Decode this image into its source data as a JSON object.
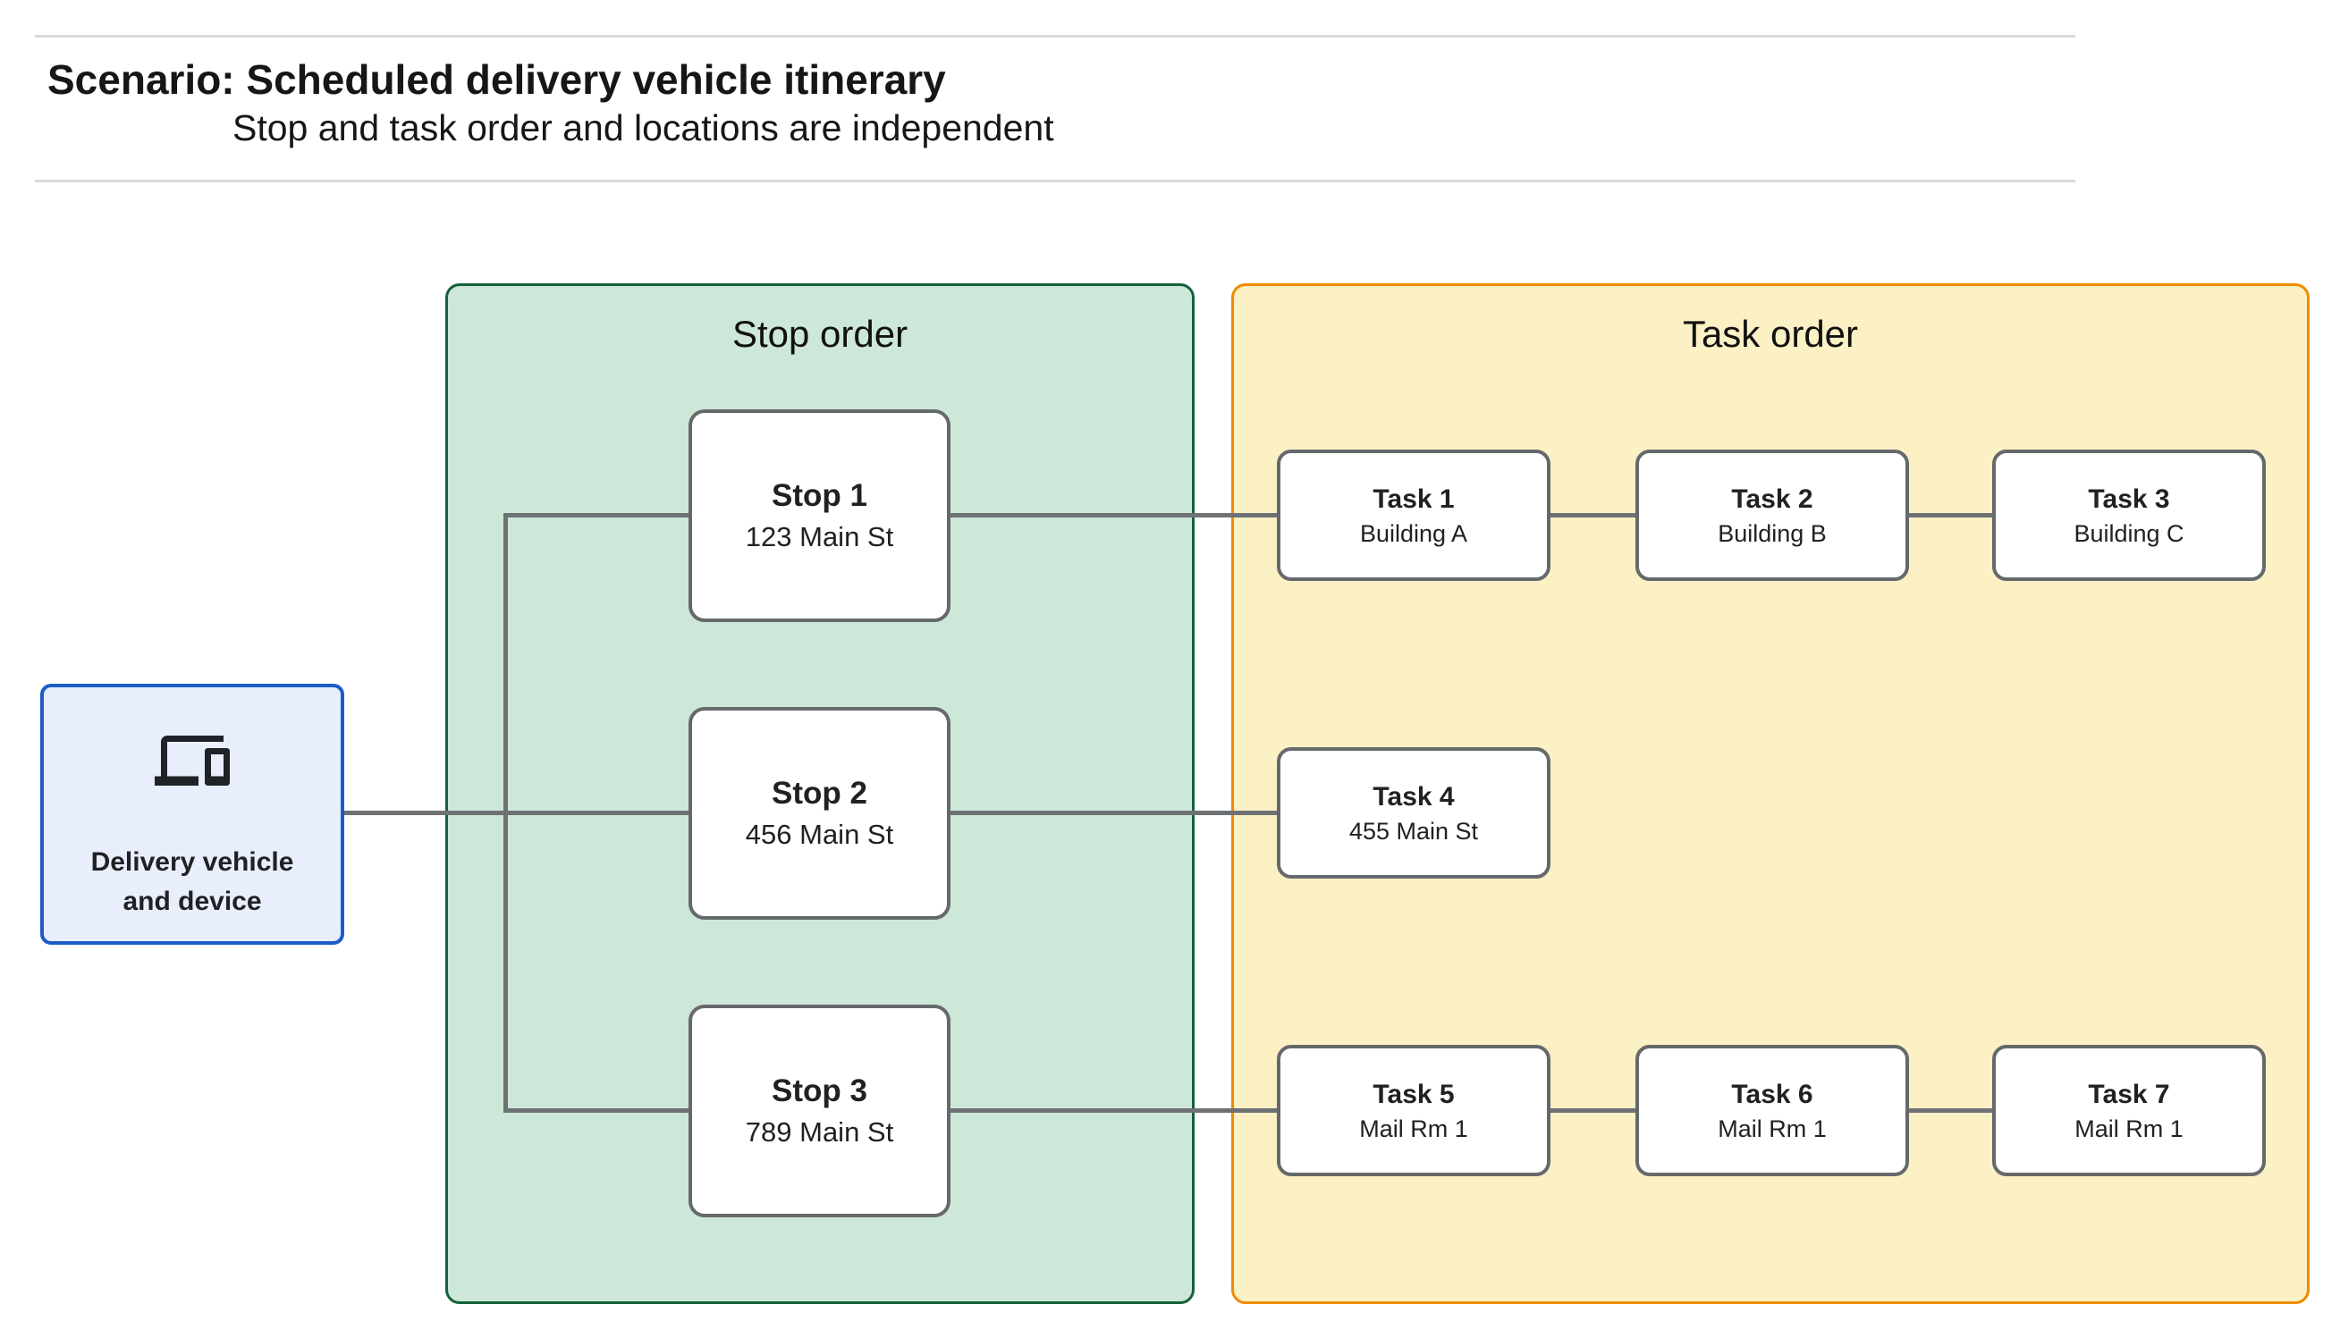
{
  "header": {
    "title": "Scenario: Scheduled delivery vehicle itinerary",
    "subtitle": "Stop and task order and locations are independent"
  },
  "vehicle": {
    "label": "Delivery vehicle and device",
    "icon": "devices-icon"
  },
  "stop_panel": {
    "title": "Stop order",
    "stops": [
      {
        "title": "Stop 1",
        "subtitle": "123 Main St"
      },
      {
        "title": "Stop 2",
        "subtitle": "456 Main St"
      },
      {
        "title": "Stop 3",
        "subtitle": "789 Main St"
      }
    ]
  },
  "task_panel": {
    "title": "Task order",
    "tasks": [
      {
        "title": "Task 1",
        "subtitle": "Building A"
      },
      {
        "title": "Task 2",
        "subtitle": "Building B"
      },
      {
        "title": "Task 3",
        "subtitle": "Building C"
      },
      {
        "title": "Task 4",
        "subtitle": "455 Main St"
      },
      {
        "title": "Task 5",
        "subtitle": "Mail Rm 1"
      },
      {
        "title": "Task 6",
        "subtitle": "Mail Rm 1"
      },
      {
        "title": "Task 7",
        "subtitle": "Mail Rm 1"
      }
    ]
  },
  "colors": {
    "stop_panel_fill": "#cde7d8",
    "stop_panel_border": "#15613a",
    "task_panel_fill": "#fcf0c5",
    "task_panel_border": "#ef8b00",
    "vehicle_fill": "#e8eefb",
    "vehicle_border": "#1d5cc8",
    "node_fill": "#ffffff",
    "node_border": "#66696b",
    "connector": "#6f7274",
    "text": "#202124",
    "divider": "#d9d9d9"
  }
}
